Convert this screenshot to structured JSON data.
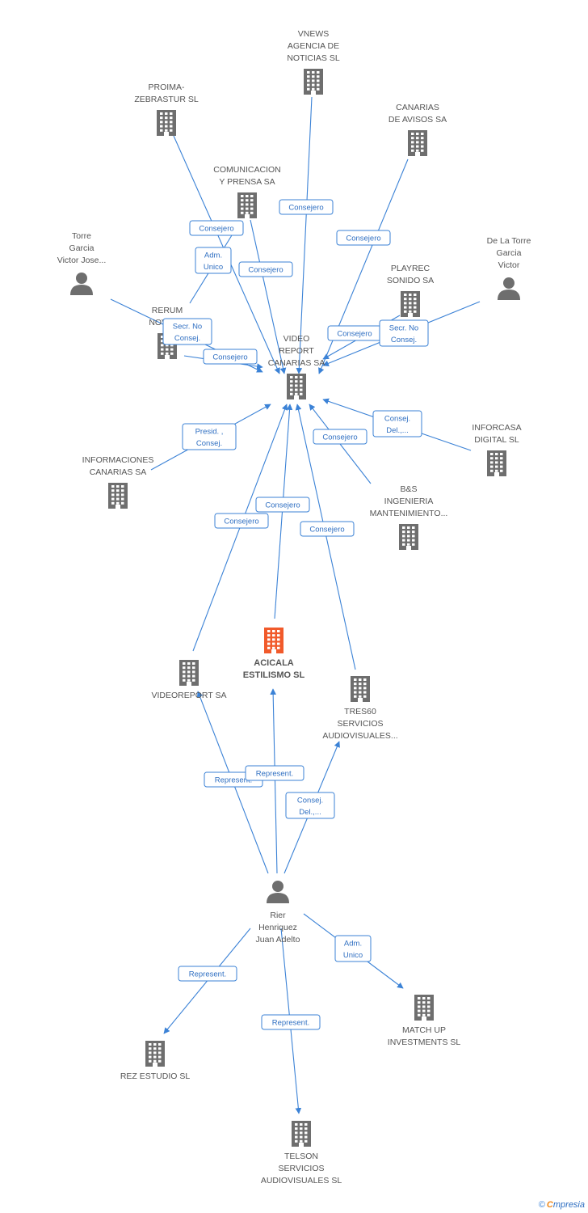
{
  "colors": {
    "edge": "#3b82d6",
    "node": "#6e6e6e",
    "focus": "#f15a2b",
    "label": "#555555"
  },
  "nodes": {
    "vnews": {
      "type": "company",
      "label": [
        "VNEWS",
        "AGENCIA DE",
        "NOTICIAS SL"
      ]
    },
    "proima": {
      "type": "company",
      "label": [
        "PROIMA-",
        "ZEBRASTUR SL"
      ]
    },
    "canarias_av": {
      "type": "company",
      "label": [
        "CANARIAS",
        "DE AVISOS SA"
      ]
    },
    "comunicacion": {
      "type": "company",
      "label": [
        "COMUNICACION",
        "Y PRENSA SA"
      ]
    },
    "torre_garcia": {
      "type": "person",
      "label": [
        "Torre",
        "Garcia",
        "Victor Jose..."
      ]
    },
    "de_la_torre": {
      "type": "person",
      "label": [
        "De La Torre",
        "Garcia",
        "Victor"
      ]
    },
    "playrec": {
      "type": "company",
      "label": [
        "PLAYREC",
        "SONIDO SA"
      ]
    },
    "rerum": {
      "type": "company",
      "label": [
        "RERUM",
        "NOVAR..."
      ]
    },
    "video_report": {
      "type": "company",
      "label": [
        "VIDEO",
        "REPORT",
        "CANARIAS SA"
      ]
    },
    "inforcasa": {
      "type": "company",
      "label": [
        "INFORCASA",
        "DIGITAL SL"
      ]
    },
    "informaciones": {
      "type": "company",
      "label": [
        "INFORMACIONES",
        "CANARIAS SA"
      ]
    },
    "bs": {
      "type": "company",
      "label": [
        "B&S",
        "INGENIERIA",
        "MANTENIMIENTO..."
      ]
    },
    "acicala": {
      "type": "focus",
      "label": [
        "ACICALA",
        "ESTILISMO SL"
      ]
    },
    "videoreport": {
      "type": "company",
      "label": [
        "VIDEOREPORT SA"
      ]
    },
    "tres60": {
      "type": "company",
      "label": [
        "TRES60",
        "SERVICIOS",
        "AUDIOVISUALES..."
      ]
    },
    "rier": {
      "type": "person",
      "label": [
        "Rier",
        "Henriquez",
        "Juan Adelto"
      ]
    },
    "match_up": {
      "type": "company",
      "label": [
        "MATCH UP",
        "INVESTMENTS SL"
      ]
    },
    "rez": {
      "type": "company",
      "label": [
        "REZ ESTUDIO SL"
      ]
    },
    "telson": {
      "type": "company",
      "label": [
        "TELSON",
        "SERVICIOS",
        "AUDIOVISUALES SL"
      ]
    }
  },
  "edges": [
    {
      "from": "vnews",
      "to": "video_report",
      "role": [
        "Consejero"
      ]
    },
    {
      "from": "proima",
      "to": "video_report",
      "role": [
        "Consejero"
      ]
    },
    {
      "from": "canarias_av",
      "to": "video_report",
      "role": [
        "Consejero"
      ]
    },
    {
      "from": "comunicacion",
      "to": "video_report",
      "role": [
        "Consejero"
      ]
    },
    {
      "from": "rerum",
      "to": "comunicacion",
      "role": [
        "Adm.",
        "Unico"
      ]
    },
    {
      "from": "torre_garcia",
      "to": "video_report",
      "role": [
        "Secr. No",
        "Consej."
      ]
    },
    {
      "from": "rerum",
      "to": "video_report",
      "role": [
        "Consejero"
      ]
    },
    {
      "from": "playrec",
      "to": "video_report",
      "role": [
        "Consejero"
      ]
    },
    {
      "from": "de_la_torre",
      "to": "video_report",
      "role": [
        "Secr. No",
        "Consej."
      ]
    },
    {
      "from": "inforcasa",
      "to": "video_report",
      "role": [
        "Consej.",
        "Del.,..."
      ]
    },
    {
      "from": "informaciones",
      "to": "video_report",
      "role": [
        "Presid. ,",
        "Consej."
      ]
    },
    {
      "from": "bs",
      "to": "video_report",
      "role": [
        "Consejero"
      ]
    },
    {
      "from": "acicala",
      "to": "video_report",
      "role": [
        "Consejero"
      ]
    },
    {
      "from": "videoreport",
      "to": "video_report",
      "role": [
        "Consejero"
      ]
    },
    {
      "from": "tres60",
      "to": "video_report",
      "role": [
        "Consejero"
      ]
    },
    {
      "from": "rier",
      "to": "videoreport",
      "role": [
        "Represent."
      ]
    },
    {
      "from": "rier",
      "to": "acicala",
      "role": [
        "Represent."
      ]
    },
    {
      "from": "rier",
      "to": "tres60",
      "role": [
        "Consej.",
        "Del.,..."
      ]
    },
    {
      "from": "rier",
      "to": "match_up",
      "role": [
        "Adm.",
        "Unico"
      ]
    },
    {
      "from": "rier",
      "to": "rez",
      "role": [
        "Represent."
      ]
    },
    {
      "from": "rier",
      "to": "telson",
      "role": [
        "Represent."
      ]
    }
  ],
  "watermark": {
    "copyright": "©",
    "brand_initial": "C",
    "brand_rest": "mpresia"
  }
}
